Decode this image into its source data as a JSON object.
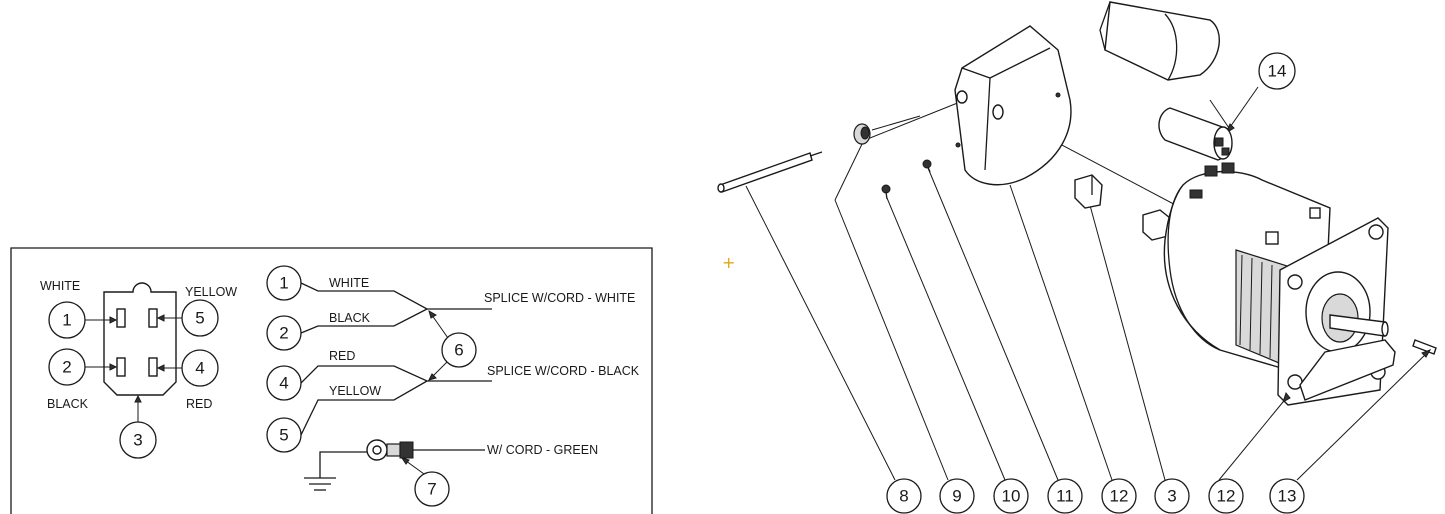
{
  "connector_diagram": {
    "wire_labels": {
      "white": "WHITE",
      "yellow": "YELLOW",
      "black": "BLACK",
      "red": "RED"
    },
    "pins": [
      "1",
      "5",
      "2",
      "4"
    ],
    "connector_callout": "3"
  },
  "splice_diagram": {
    "wires": [
      {
        "num": "1",
        "label": "WHITE"
      },
      {
        "num": "2",
        "label": "BLACK"
      },
      {
        "num": "4",
        "label": "RED"
      },
      {
        "num": "5",
        "label": "YELLOW"
      }
    ],
    "splice_white": "SPLICE W/CORD - WHITE",
    "splice_black": "SPLICE W/CORD - BLACK",
    "splice_callout": "6",
    "ground_label": "W/ CORD - GREEN",
    "ground_callout": "7"
  },
  "exploded_view": {
    "callouts": [
      "14",
      "8",
      "9",
      "10",
      "11",
      "12",
      "3",
      "12",
      "13"
    ]
  },
  "marker_glyph": "+",
  "colors": {
    "line": "#1a1a1a",
    "marker": "#e8a317"
  }
}
